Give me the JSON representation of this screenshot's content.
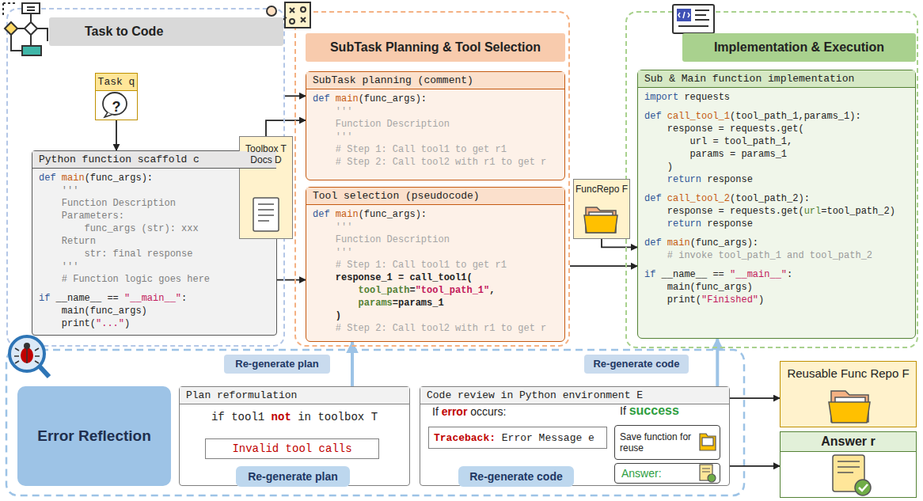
{
  "diagram": {
    "nodes": [
      {
        "text": [
          "Task to Code"
        ]
      },
      {
        "text": [
          "Task q",
          "?"
        ],
        "in": 0
      },
      {
        "text": [
          "Python function scaffold c",
          "def main(func_args):",
          "    '''",
          "    Function Description",
          "    Parameters:",
          "        func_args (str): xxx",
          "    Return",
          "        str: final response",
          "    '''",
          "    # Function logic goes here",
          "if __name__ == \"__main__\":",
          "    main(func_args)",
          "    print(\"...\")"
        ],
        "in": 0
      },
      {
        "text": [
          "SubTask Planning & Tool Selection"
        ]
      },
      {
        "text": [
          "SubTask planning (comment)",
          "def main(func_args):",
          "    '''",
          "    Function Description",
          "    '''",
          "    # Step 1: Call tool1 to get r1",
          "    # Step 2: Call tool2 with r1 to get r"
        ],
        "in": 3
      },
      {
        "text": [
          "Tool selection (pseudocode)",
          "def main(func_args):",
          "    '''",
          "    Function Description",
          "    '''",
          "    # Step 1: Call tool1 to get r1",
          "    response_1 = call_tool1(",
          "        tool_path=\"tool_path_1\",",
          "        params=params_1",
          "    )",
          "    # Step 2: Call tool2 with r1 to get r"
        ],
        "in": 3
      },
      {
        "text": [
          "Toolbox T",
          "Docs D"
        ]
      },
      {
        "text": [
          "Implementation & Execution"
        ]
      },
      {
        "text": [
          "Sub & Main function implementation",
          "import requests",
          "def call_tool_1(tool_path_1,params_1):",
          "    response = requests.get(",
          "        url = tool_path_1,",
          "        params = params_1",
          "    )",
          "    return response",
          "def call_tool_2(tool_path_2):",
          "    response = requests.get(url=tool_path_2)",
          "    return response",
          "def main(func_args):",
          "    # invoke tool_path_1 and tool_path_2",
          "if __name__ == \"__main__\":",
          "    main(func_args)",
          "    print(\"Finished\")"
        ],
        "in": 7
      },
      {
        "text": [
          "FuncRepo F"
        ]
      },
      {
        "text": [
          "Error Reflection"
        ]
      },
      {
        "text": [
          "Plan reformulation",
          "if tool1 not in toolbox T"
        ]
      },
      {
        "text": [
          "Invalid tool calls"
        ],
        "in": 11
      },
      {
        "text": [
          "Re-generate plan"
        ],
        "in": 11
      },
      {
        "text": [
          "Code review in Python environment E",
          "If error occurs:",
          "If success"
        ]
      },
      {
        "text": [
          "Traceback: Error Message e"
        ],
        "in": 14
      },
      {
        "text": [
          "Re-generate code"
        ],
        "in": 14
      },
      {
        "text": [
          "Save function for reuse"
        ],
        "in": 14
      },
      {
        "text": [
          "Answer:"
        ],
        "in": 14
      },
      {
        "text": [
          "Reusable Func Repo F"
        ]
      },
      {
        "text": [
          "Answer r"
        ]
      }
    ],
    "edges": [
      {
        "from": 1,
        "to": 2,
        "arrow": "to"
      },
      {
        "from": 0,
        "to": 4,
        "arrow": "to"
      },
      {
        "from": 6,
        "to": 4,
        "arrow": "to"
      },
      {
        "from": 6,
        "to": 5,
        "arrow": "to"
      },
      {
        "from": 3,
        "to": 8,
        "arrow": "to"
      },
      {
        "from": 9,
        "to": 8,
        "arrow": "to"
      },
      {
        "from": 11,
        "to": 5,
        "label": "Re-generate plan",
        "arrow": "to"
      },
      {
        "from": 14,
        "to": 8,
        "label": "Re-generate code",
        "arrow": "to"
      },
      {
        "from": 12,
        "to": 13,
        "arrow": "to"
      },
      {
        "from": 15,
        "to": 16,
        "arrow": "to"
      },
      {
        "from": 14,
        "to": 19,
        "arrow": "to"
      },
      {
        "from": 14,
        "to": 20,
        "arrow": "to"
      }
    ]
  }
}
